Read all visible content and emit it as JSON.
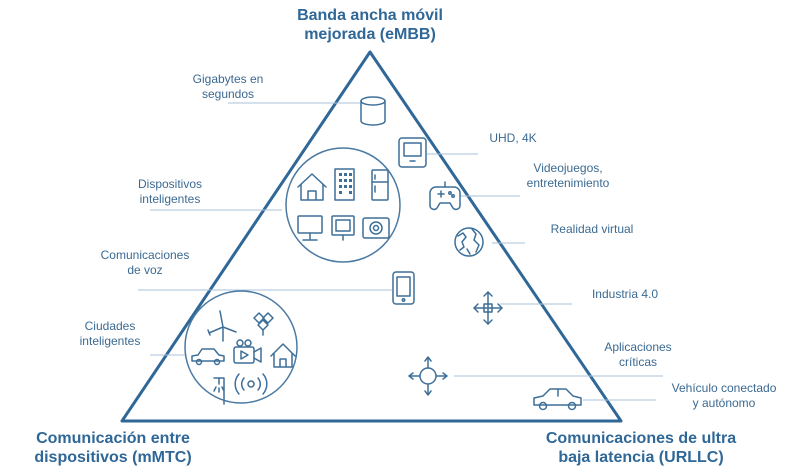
{
  "corners": {
    "top": [
      "Banda ancha móvil",
      "mejorada (eMBB)"
    ],
    "left": [
      "Comunicación entre",
      "dispositivos  (mMTC)"
    ],
    "right": [
      "Comunicaciones de ultra",
      "baja latencia (URLLC)"
    ]
  },
  "labels": {
    "gigabytes": [
      "Gigabytes en",
      "segundos"
    ],
    "uhd": [
      "UHD, 4K"
    ],
    "videojuegos": [
      "Videojuegos,",
      "entretenimiento"
    ],
    "realidad": [
      "Realidad virtual"
    ],
    "dispositivos": [
      "Dispositivos",
      "inteligentes"
    ],
    "voz": [
      "Comunicaciones",
      "de voz"
    ],
    "industria": [
      "Industria 4.0"
    ],
    "ciudades": [
      "Ciudades",
      "inteligentes"
    ],
    "aplicaciones": [
      "Aplicaciones",
      "críticas"
    ],
    "vehiculo": [
      "Vehículo conectado",
      "y autónomo"
    ]
  },
  "icons": [
    "database-icon",
    "display-icon",
    "gamepad-icon",
    "globe-icon",
    "house-icon",
    "building-icon",
    "fridge-icon",
    "monitor-icon",
    "tv-icon",
    "camera-icon",
    "smartphone-icon",
    "move-arrows-icon",
    "windmill-icon",
    "solar-panel-icon",
    "car-icon",
    "video-camera-icon",
    "streetlight-icon",
    "signal-icon",
    "network-hub-icon",
    "sedan-icon"
  ],
  "colors": {
    "text": "#3b6a92",
    "title": "#2f6797",
    "outline": "#3d6f99",
    "leader": "#a8c2d7"
  }
}
